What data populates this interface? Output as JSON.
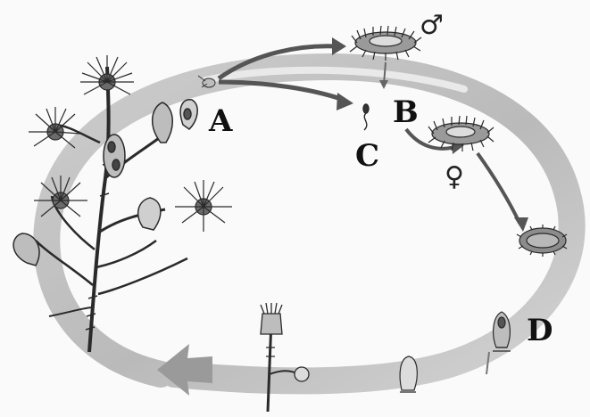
{
  "labels": {
    "a": "A",
    "b": "B",
    "c": "C",
    "d": "D",
    "male": "♂",
    "female": "♀"
  },
  "colors": {
    "ring": "#bdbdbd",
    "ring_light": "#e3e3e3",
    "arrow_dark": "#555555",
    "ink": "#2a2a2a"
  },
  "icons": [
    "colonial-hydroid-icon",
    "male-medusa-icon",
    "female-medusa-icon",
    "sperm-icon",
    "planula-larva-icon",
    "settling-larva-icon",
    "young-polyp-icon",
    "budding-polyp-icon"
  ]
}
